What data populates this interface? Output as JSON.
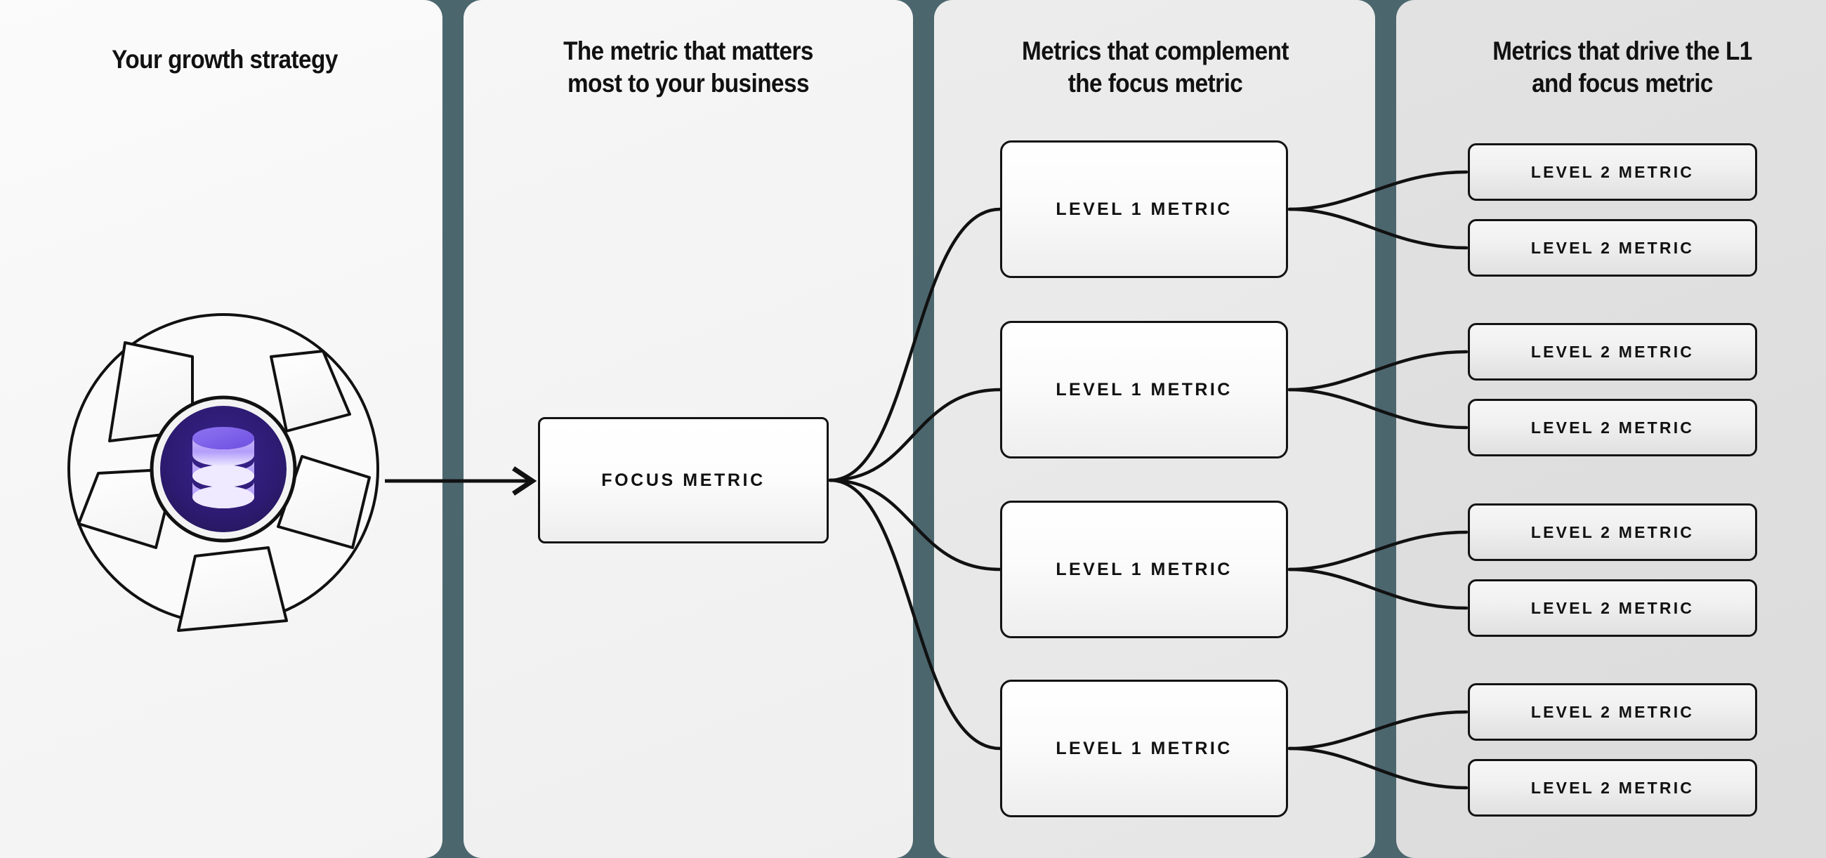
{
  "theme": {
    "divider_color": "#4c666e",
    "panel_1_bg": "#f7f7f7",
    "panel_2_bg": "#f2f2f2",
    "panel_3_bg": "#e8e8e8",
    "panel_4_bg": "#dedede",
    "node_border": "#131313",
    "text_color": "#111111",
    "logo_core_color": "#2b1a6e",
    "logo_icon_color": "#a78bfa"
  },
  "columns": [
    {
      "id": "growth-strategy",
      "title": "Your growth strategy"
    },
    {
      "id": "focus-metric",
      "title": "The metric that matters\nmost to your business"
    },
    {
      "id": "level-1-metrics",
      "title": "Metrics that complement\nthe focus metric"
    },
    {
      "id": "level-2-metrics",
      "title": "Metrics that drive the L1\nand focus metric"
    }
  ],
  "logo": {
    "name": "growth-strategy-pinwheel-logo",
    "core_icon": "database-icon"
  },
  "focus_node": {
    "label": "FOCUS METRIC"
  },
  "level_1_nodes": [
    {
      "label": "LEVEL 1 METRIC"
    },
    {
      "label": "LEVEL 1 METRIC"
    },
    {
      "label": "LEVEL 1 METRIC"
    },
    {
      "label": "LEVEL 1 METRIC"
    }
  ],
  "level_2_nodes": [
    {
      "label": "LEVEL 2 METRIC"
    },
    {
      "label": "LEVEL 2 METRIC"
    },
    {
      "label": "LEVEL 2 METRIC"
    },
    {
      "label": "LEVEL 2 METRIC"
    },
    {
      "label": "LEVEL 2 METRIC"
    },
    {
      "label": "LEVEL 2 METRIC"
    },
    {
      "label": "LEVEL 2 METRIC"
    },
    {
      "label": "LEVEL 2 METRIC"
    }
  ]
}
